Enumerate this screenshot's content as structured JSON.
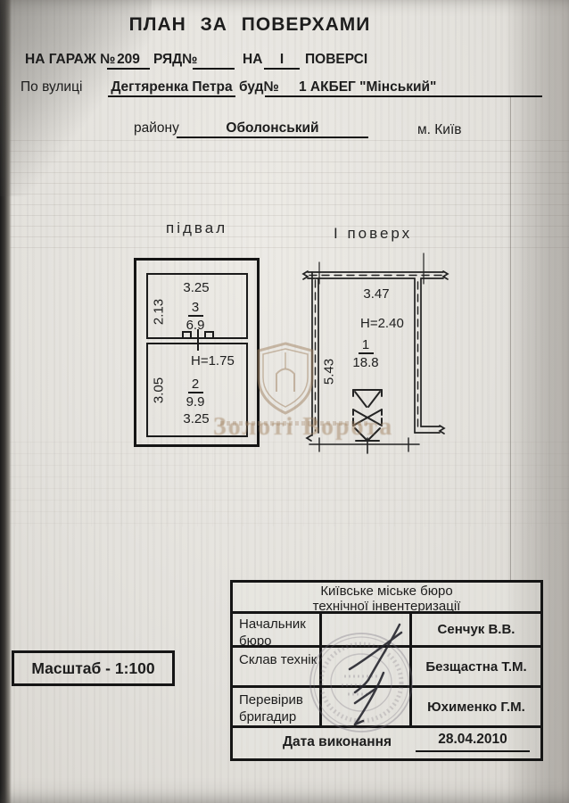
{
  "page": {
    "title": "ПЛАН ЗА ПОВЕРХАМИ"
  },
  "form": {
    "garage_label": "НА ГАРАЖ №",
    "garage_no": "209",
    "row_label": "РЯД№",
    "row_no": "",
    "on_label": "НА",
    "floor_no": "І",
    "floor_label": "ПОВЕРСІ",
    "street_label": "По вулиці",
    "street": "Дегтяренка Петра",
    "building_label": "буд№",
    "building": "1 АКБЕГ  \"Мінський\"",
    "district_label": "району",
    "district": "Оболонський",
    "city": "м. Київ"
  },
  "plans": {
    "basement": {
      "label": "підвал",
      "top_width": "3.25",
      "room3_height": "2.13",
      "room3_no": "3",
      "room3_area": "6.9",
      "room2_ceiling": "H=1.75",
      "room2_height": "3.05",
      "room2_no": "2",
      "room2_area": "9.9",
      "bottom_width": "3.25"
    },
    "floor1": {
      "label": "І поверх",
      "top_width": "3.47",
      "ceiling": "H=2.40",
      "room_no": "1",
      "room_area": "18.8",
      "side_height": "5.43"
    }
  },
  "scale": {
    "label": "Масштаб - 1:100"
  },
  "watermark": {
    "text": "Золоті Ворота"
  },
  "bureau_table": {
    "header_line1": "Київське міське бюро",
    "header_line2": "технічної інвентеризації",
    "rows": [
      {
        "role": "Начальник бюро",
        "name": "Сенчук В.В."
      },
      {
        "role": "Склав технік",
        "name": "Безщастна Т.М."
      },
      {
        "role": "Перевірив бригадир",
        "name": "Юхименко Г.М."
      }
    ],
    "date_label": "Дата виконання",
    "date_value": "28.04.2010"
  }
}
